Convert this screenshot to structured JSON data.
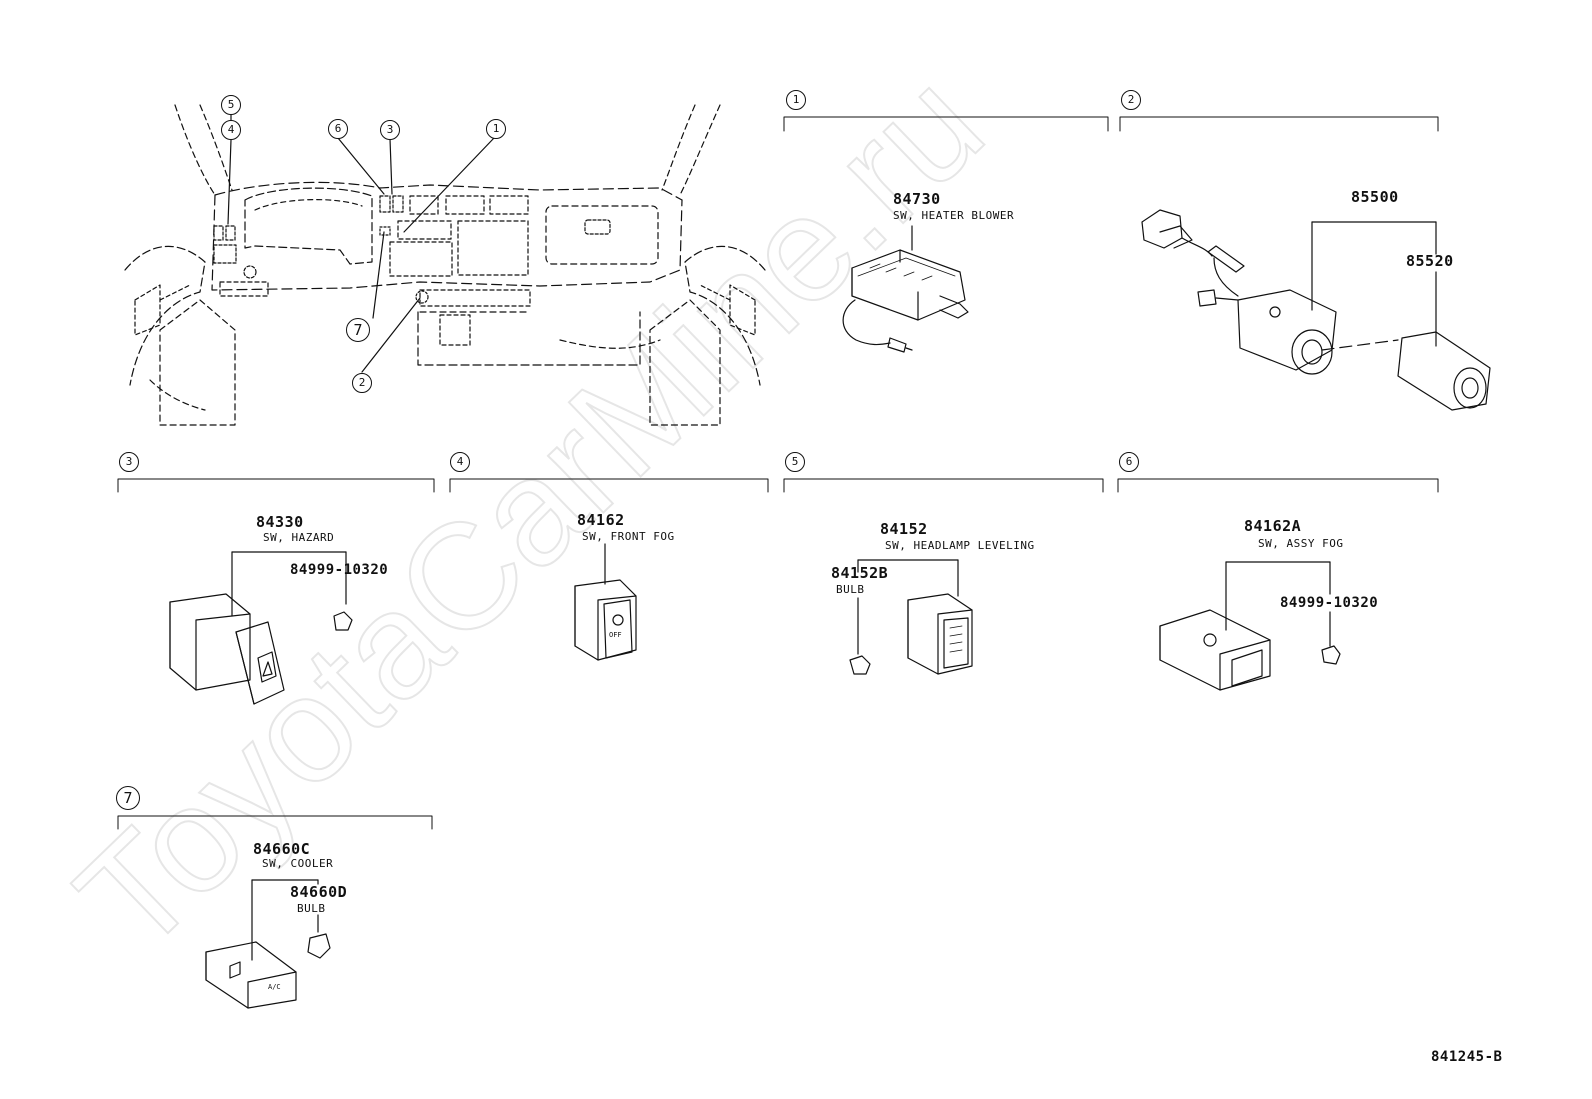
{
  "watermark": "ToyotaCarMine.ru",
  "diagram_code": "841245-B",
  "overview": {
    "callouts": [
      "5",
      "4",
      "6",
      "3",
      "1",
      "7",
      "2"
    ]
  },
  "sections": [
    {
      "index": "1",
      "parts": [
        {
          "number": "84730",
          "desc": "SW, HEATER BLOWER"
        }
      ]
    },
    {
      "index": "2",
      "parts": [
        {
          "number": "85500"
        },
        {
          "number": "85520"
        }
      ]
    },
    {
      "index": "3",
      "parts": [
        {
          "number": "84330",
          "desc": "SW, HAZARD"
        },
        {
          "number": "84999-10320"
        }
      ]
    },
    {
      "index": "4",
      "parts": [
        {
          "number": "84162",
          "desc": "SW, FRONT FOG"
        }
      ]
    },
    {
      "index": "5",
      "parts": [
        {
          "number": "84152",
          "desc": "SW, HEADLAMP LEVELING"
        },
        {
          "number": "84152B",
          "desc": "BULB"
        }
      ]
    },
    {
      "index": "6",
      "parts": [
        {
          "number": "84162A",
          "desc": "SW, ASSY FOG"
        },
        {
          "number": "84999-10320"
        }
      ]
    },
    {
      "index": "7",
      "parts": [
        {
          "number": "84660C",
          "desc": "SW, COOLER"
        },
        {
          "number": "84660D",
          "desc": "BULB"
        }
      ]
    }
  ],
  "switch_marks": {
    "fog_off": "OFF",
    "cooler": "A/C"
  }
}
